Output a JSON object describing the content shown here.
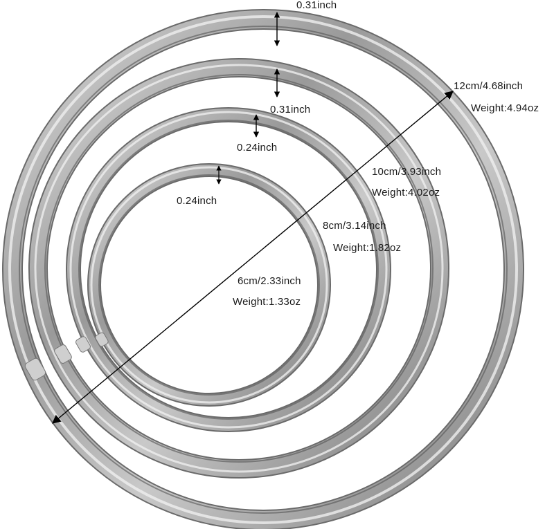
{
  "colors": {
    "background": "#ffffff",
    "ring_dark": "#5a5a5a",
    "ring_mid": "#a3a3a3",
    "ring_light": "#e2e2e2",
    "annotation": "#000000"
  },
  "rings": [
    {
      "size": "12cm/4.68inch",
      "weight": "Weight:4.94oz",
      "thickness": "0.31inch"
    },
    {
      "size": "10cm/3.93inch",
      "weight": "Weight:4.02oz",
      "thickness": "0.31inch"
    },
    {
      "size": "8cm/3.14inch",
      "weight": "Weight:1.82oz",
      "thickness": "0.24inch"
    },
    {
      "size": "6cm/2.33inch",
      "weight": "Weight:1.33oz",
      "thickness": "0.24inch"
    }
  ]
}
